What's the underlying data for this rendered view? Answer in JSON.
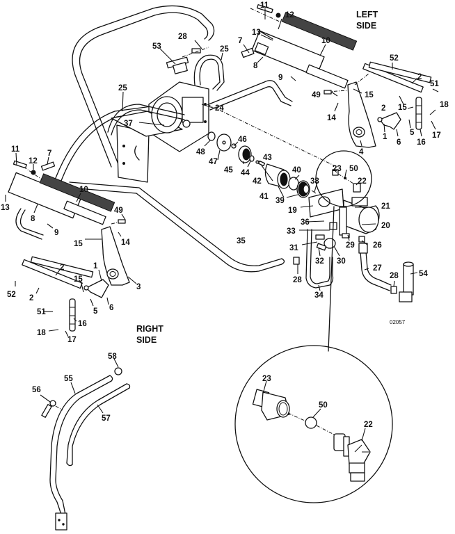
{
  "diagram": {
    "type": "exploded-parts-diagram",
    "figure_number": "02057",
    "section_labels": {
      "left_side": [
        "LEFT",
        "SIDE"
      ],
      "right_side": [
        "RIGHT",
        "SIDE"
      ]
    },
    "callouts": [
      {
        "id": "c11a",
        "text": "11"
      },
      {
        "id": "c12a",
        "text": "12"
      },
      {
        "id": "c13a",
        "text": "13"
      },
      {
        "id": "c7a",
        "text": "7"
      },
      {
        "id": "c8a",
        "text": "8"
      },
      {
        "id": "c10a",
        "text": "10"
      },
      {
        "id": "c9a",
        "text": "9"
      },
      {
        "id": "c49a",
        "text": "49"
      },
      {
        "id": "c14a",
        "text": "14"
      },
      {
        "id": "c15a",
        "text": "15"
      },
      {
        "id": "c52a",
        "text": "52"
      },
      {
        "id": "c2a",
        "text": "2"
      },
      {
        "id": "c2b",
        "text": "2"
      },
      {
        "id": "c51a",
        "text": "51"
      },
      {
        "id": "c15b",
        "text": "15"
      },
      {
        "id": "c18a",
        "text": "18"
      },
      {
        "id": "c1a",
        "text": "1"
      },
      {
        "id": "c5a",
        "text": "5"
      },
      {
        "id": "c6a",
        "text": "6"
      },
      {
        "id": "c16a",
        "text": "16"
      },
      {
        "id": "c17a",
        "text": "17"
      },
      {
        "id": "c4a",
        "text": "4"
      },
      {
        "id": "c28a",
        "text": "28"
      },
      {
        "id": "c53a",
        "text": "53"
      },
      {
        "id": "c25a",
        "text": "25"
      },
      {
        "id": "c25b",
        "text": "25"
      },
      {
        "id": "c24a",
        "text": "24"
      },
      {
        "id": "c37a",
        "text": "37"
      },
      {
        "id": "c48a",
        "text": "48"
      },
      {
        "id": "c47a",
        "text": "47"
      },
      {
        "id": "c46a",
        "text": "46"
      },
      {
        "id": "c45a",
        "text": "45"
      },
      {
        "id": "c44a",
        "text": "44"
      },
      {
        "id": "c43a",
        "text": "43"
      },
      {
        "id": "c42a",
        "text": "42"
      },
      {
        "id": "c41a",
        "text": "41"
      },
      {
        "id": "c40a",
        "text": "40"
      },
      {
        "id": "c39a",
        "text": "39"
      },
      {
        "id": "c38a",
        "text": "38"
      },
      {
        "id": "c23a",
        "text": "23"
      },
      {
        "id": "c50a",
        "text": "50"
      },
      {
        "id": "c22a",
        "text": "22"
      },
      {
        "id": "c19a",
        "text": "19"
      },
      {
        "id": "c21a",
        "text": "21"
      },
      {
        "id": "c20a",
        "text": "20"
      },
      {
        "id": "c36a",
        "text": "36"
      },
      {
        "id": "c33a",
        "text": "33"
      },
      {
        "id": "c31a",
        "text": "31"
      },
      {
        "id": "c29a",
        "text": "29"
      },
      {
        "id": "c26a",
        "text": "26"
      },
      {
        "id": "c32a",
        "text": "32"
      },
      {
        "id": "c30a",
        "text": "30"
      },
      {
        "id": "c35a",
        "text": "35"
      },
      {
        "id": "c28b",
        "text": "28"
      },
      {
        "id": "c34a",
        "text": "34"
      },
      {
        "id": "c27a",
        "text": "27"
      },
      {
        "id": "c28c",
        "text": "28"
      },
      {
        "id": "c54a",
        "text": "54"
      },
      {
        "id": "c11b",
        "text": "11"
      },
      {
        "id": "c12b",
        "text": "12"
      },
      {
        "id": "c7b",
        "text": "7"
      },
      {
        "id": "c13b",
        "text": "13"
      },
      {
        "id": "c10b",
        "text": "10"
      },
      {
        "id": "c8b",
        "text": "8"
      },
      {
        "id": "c9b",
        "text": "9"
      },
      {
        "id": "c49b",
        "text": "49"
      },
      {
        "id": "c14b",
        "text": "14"
      },
      {
        "id": "c15c",
        "text": "15"
      },
      {
        "id": "c1b",
        "text": "1"
      },
      {
        "id": "c3a",
        "text": "3"
      },
      {
        "id": "c2c",
        "text": "2"
      },
      {
        "id": "c2d",
        "text": "2"
      },
      {
        "id": "c15d",
        "text": "15"
      },
      {
        "id": "c52b",
        "text": "52"
      },
      {
        "id": "c5b",
        "text": "5"
      },
      {
        "id": "c6b",
        "text": "6"
      },
      {
        "id": "c51b",
        "text": "51"
      },
      {
        "id": "c16b",
        "text": "16"
      },
      {
        "id": "c18b",
        "text": "18"
      },
      {
        "id": "c17b",
        "text": "17"
      },
      {
        "id": "c58a",
        "text": "58"
      },
      {
        "id": "c55a",
        "text": "55"
      },
      {
        "id": "c56a",
        "text": "56"
      },
      {
        "id": "c57a",
        "text": "57"
      },
      {
        "id": "c23b",
        "text": "23"
      },
      {
        "id": "c50b",
        "text": "50"
      },
      {
        "id": "c22b",
        "text": "22"
      }
    ]
  }
}
